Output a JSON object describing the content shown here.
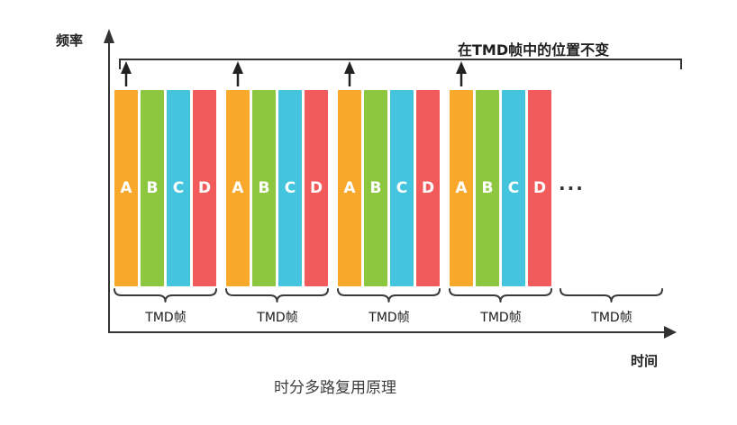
{
  "title": "时分多路复用原理",
  "axes": {
    "y_label": "频率",
    "x_label": "时间"
  },
  "top_note": "在TMD帧中的位置不变",
  "slots": [
    "A",
    "B",
    "C",
    "D"
  ],
  "frame_labels": [
    "TMD帧",
    "TMD帧",
    "TMD帧",
    "TMD帧",
    "TMD帧"
  ],
  "ellipsis": "...",
  "colors": {
    "A": "#F8A92B",
    "B": "#8DC63F",
    "C": "#45C5DD",
    "D": "#F25B5B",
    "axis": "#333333"
  }
}
